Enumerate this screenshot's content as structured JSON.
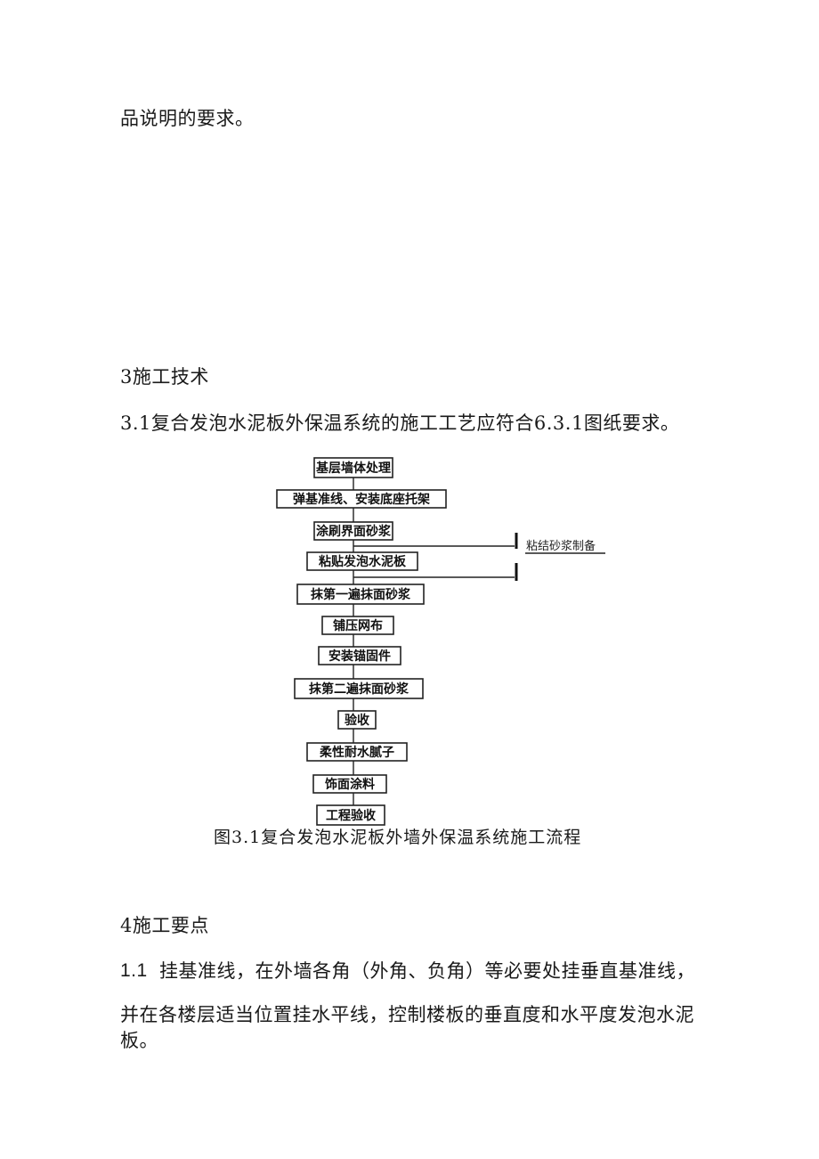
{
  "page": {
    "continuation": "品说明的要求。",
    "section3": {
      "heading": "3施工技术",
      "para": "3.1复合发泡水泥板外保温系统的施工工艺应符合6.3.1图纸要求。"
    },
    "flowchart": {
      "steps": [
        "基层墙体处理",
        "弹基准线、安装底座托架",
        "涂刷界面砂浆",
        "粘贴发泡水泥板",
        "抹第一遍抹面砂浆",
        "铺压网布",
        "安装锚固件",
        "抹第二遍抹面砂浆",
        "验收",
        "柔性耐水腻子",
        "饰面涂料",
        "工程验收"
      ],
      "side_note": "粘结砂浆制备",
      "caption": "图3.1复合发泡水泥板外墙外保温系统施工流程"
    },
    "section4": {
      "heading": "4施工要点",
      "para_num": "1.1",
      "para_line1": "挂基准线，在外墙各角（外角、负角）等必要处挂垂直基准线，",
      "para_line2": "并在各楼层适当位置挂水平线，控制楼板的垂直度和水平度发泡水泥",
      "para_line3": "板。"
    }
  }
}
